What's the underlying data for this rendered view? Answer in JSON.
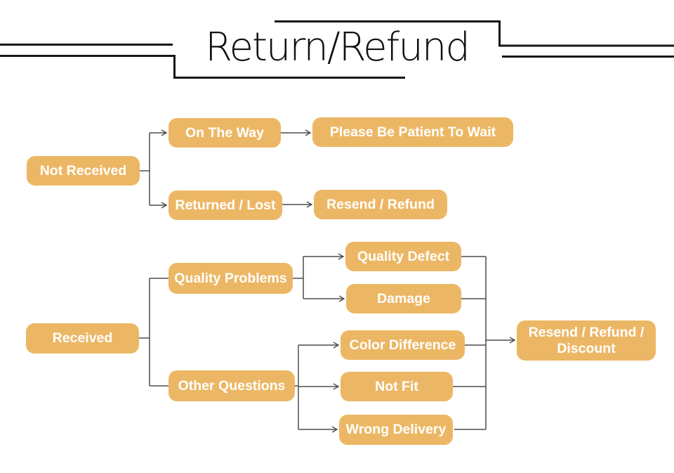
{
  "title": "Return/Refund",
  "colors": {
    "node_fill": "#ECB765",
    "node_text": "#FFFFFF",
    "connector": "#4D4D4D",
    "title_frame": "#161616"
  },
  "nodes": {
    "not_received": "Not Received",
    "on_the_way": "On The Way",
    "please_wait": "Please Be Patient To Wait",
    "returned_lost": "Returned / Lost",
    "resend_refund": "Resend / Refund",
    "received": "Received",
    "quality_problems": "Quality Problems",
    "other_questions": "Other Questions",
    "quality_defect": "Quality Defect",
    "damage": "Damage",
    "color_difference": "Color Difference",
    "not_fit": "Not Fit",
    "wrong_delivery": "Wrong Delivery",
    "resend_refund_discount": "Resend / Refund / Discount"
  }
}
